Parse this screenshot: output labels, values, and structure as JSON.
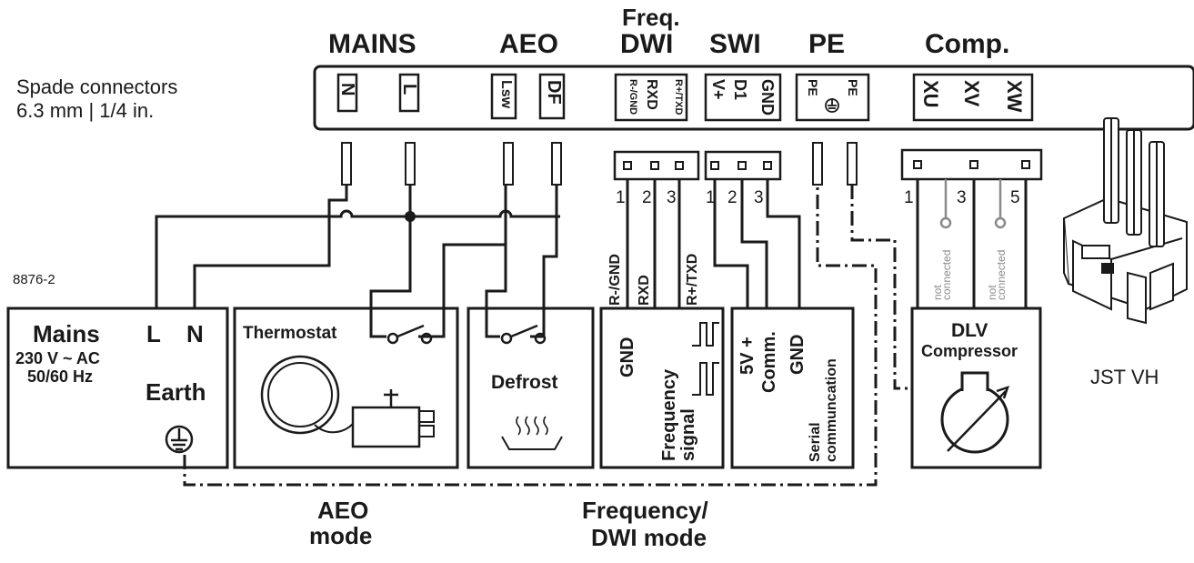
{
  "diagram_id": "8876-2",
  "connector_block": {
    "groups": [
      "MAINS",
      "AEO",
      "DWI",
      "SWI",
      "PE",
      "Comp."
    ],
    "freq_prefix": "Freq.",
    "spade_line1": "Spade connectors",
    "spade_line2": "6.3 mm | 1/4 in.",
    "terminals": {
      "n": "N",
      "l": "L",
      "lsw": "Lsw",
      "df": "DF",
      "rgnd": "R-/GND",
      "rxd": "RXD",
      "rtxd": "R+/TXD",
      "vplus": "V+",
      "d1": "D1",
      "gnd": "GND",
      "pe1": "PE",
      "pe2": "PE",
      "xu": "XU",
      "xv": "XV",
      "xw": "XW"
    }
  },
  "pins": {
    "dwi": [
      "1",
      "2",
      "3"
    ],
    "swi": [
      "1",
      "2",
      "3"
    ],
    "comp": [
      "1",
      "3",
      "5"
    ]
  },
  "wires": {
    "rgnd": "R-/GND",
    "rxd": "RXD",
    "rtxd": "R+/TXD",
    "not_connected_1": "not",
    "not_connected_2": "connected"
  },
  "boxes": {
    "mains": {
      "title": "Mains",
      "l": "L",
      "n": "N",
      "voltage": "230 V ~ AC",
      "freq": "50/60 Hz",
      "earth": "Earth"
    },
    "thermostat": {
      "title": "Thermostat"
    },
    "defrost": {
      "title": "Defrost"
    },
    "freq": {
      "gnd": "GND",
      "freq1": "Frequency",
      "freq2": "signal"
    },
    "serial": {
      "v5": "5V +",
      "comm": "Comm.",
      "gnd": "GND",
      "serial1": "Serial",
      "serial2": "communcation"
    },
    "dlv": {
      "title": "DLV",
      "subtitle": "Compressor"
    }
  },
  "jst_label": "JST VH",
  "mode_labels": {
    "aeo1": "AEO",
    "aeo2": "mode",
    "freq1": "Frequency/",
    "freq2": "DWI mode"
  }
}
